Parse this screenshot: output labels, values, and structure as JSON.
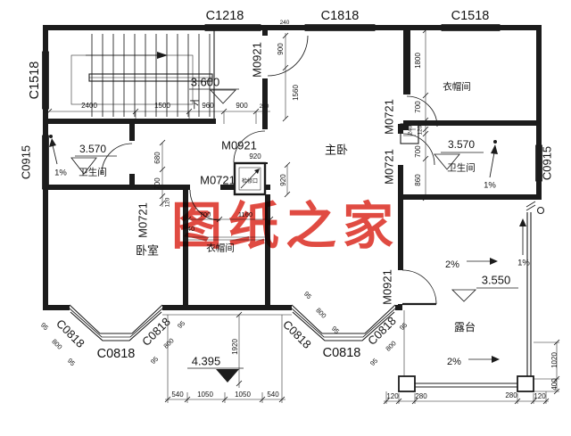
{
  "watermark": {
    "text": "图纸之家",
    "color": "#d92318"
  },
  "rooms": {
    "bedroom": "卧室",
    "master_bedroom": "主卧",
    "bathroom": "卫生间",
    "cloakroom": "衣帽间",
    "terrace": "露台",
    "hatch": "检修口",
    "stair_down": "下"
  },
  "windows": {
    "c1518": "C1518",
    "c1218": "C1218",
    "c1818": "C1818",
    "c0915": "C0915",
    "c0818": "C0818"
  },
  "doors": {
    "m0921": "M0921",
    "m0721": "M0721"
  },
  "levels": {
    "stair_landing": "3.600",
    "bathroom_left": "3.570",
    "bathroom_right": "3.570",
    "porch": "4.395",
    "terrace": "3.550"
  },
  "slopes": {
    "one_percent": "1%",
    "two_percent": "2%"
  },
  "dims": {
    "stair_row": [
      "2400",
      "1500",
      "960",
      "900",
      "240"
    ],
    "top_wall": "240",
    "hall_door": "900",
    "hall_depth": "1560",
    "tr_closet": [
      "1800",
      "700",
      "240",
      "120",
      "700",
      "860"
    ],
    "bath_left_col": [
      "680",
      "700",
      "120"
    ],
    "center_door": "920",
    "shaft": "920",
    "closet_row": [
      "700",
      "1160",
      "240"
    ],
    "porch_row": [
      "540",
      "1050",
      "1050",
      "540"
    ],
    "porch_depth": "1920",
    "terrace_row": [
      "120",
      "280",
      "280",
      "120"
    ],
    "terrace_col": [
      "1020",
      "400"
    ],
    "bay": [
      "95",
      "800",
      "95"
    ]
  }
}
